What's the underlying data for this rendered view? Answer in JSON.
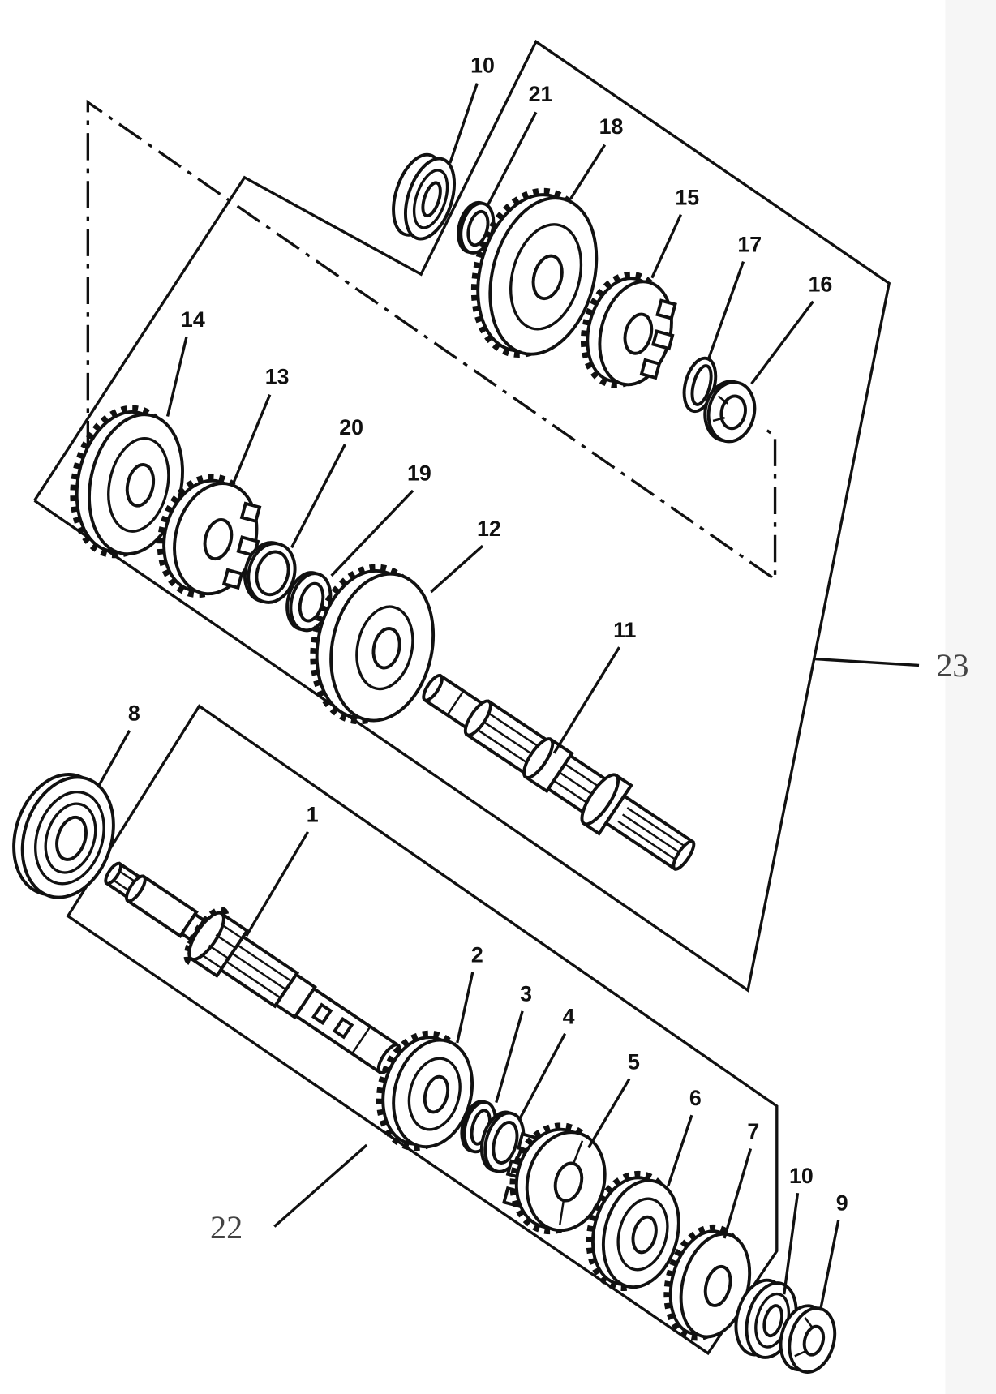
{
  "diagram": {
    "callouts": [
      "10",
      "21",
      "18",
      "15",
      "17",
      "16",
      "14",
      "13",
      "20",
      "19",
      "12",
      "11",
      "8",
      "1",
      "2",
      "3",
      "4",
      "5",
      "6",
      "7",
      "10",
      "9"
    ],
    "assembly_labels": [
      "23",
      "22"
    ],
    "colors": {
      "ink": "#111111",
      "background": "#ffffff",
      "assembly_label": "#444444"
    }
  }
}
